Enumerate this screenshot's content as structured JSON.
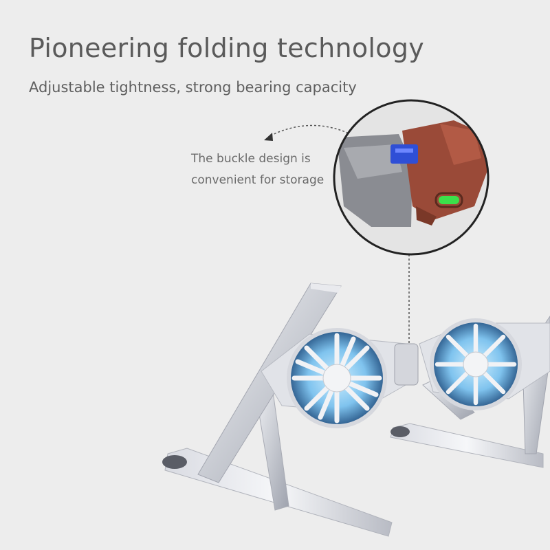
{
  "heading": {
    "title": "Pioneering folding technology",
    "subtitle": "Adjustable tightness, strong bearing capacity"
  },
  "callout": {
    "line1": "The buckle design is",
    "line2": "convenient for storage"
  },
  "colors": {
    "background": "#ededed",
    "text": "#5a5a5a",
    "hinge_red": "#9a4a38",
    "buckle_blue": "#2f4fd6",
    "led_green": "#3be04a",
    "aluminum": "#cfd2d8"
  }
}
